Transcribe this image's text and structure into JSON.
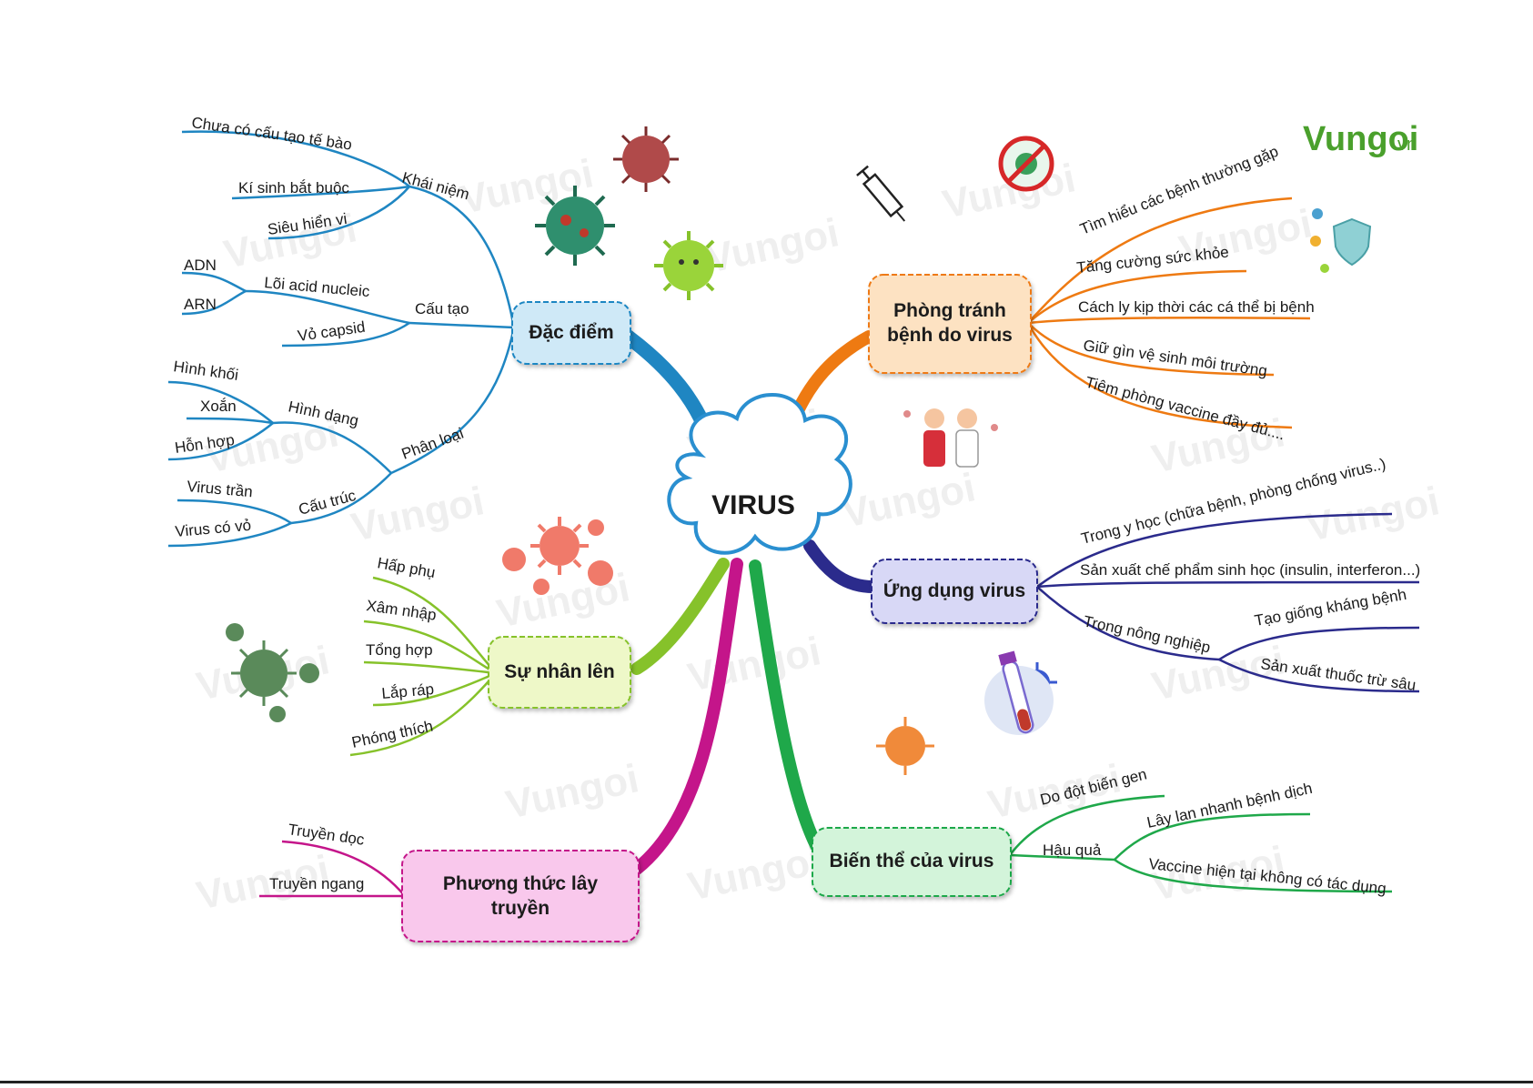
{
  "logo": {
    "main": "Vungoi",
    "suffix": "vn",
    "color_main": "#4aa02c",
    "color_accent": "#e8731a"
  },
  "watermark_text": "Vungoi",
  "center": {
    "label": "VIRUS"
  },
  "branches": {
    "dac_diem": {
      "label": "Đặc điểm",
      "color": "#1f86c2",
      "fill": "#cfe9f7",
      "khai_niem": {
        "label": "Khái niệm",
        "items": [
          "Chưa có cấu tạo tế bào",
          "Kí sinh bắt buộc",
          "Siêu hiển vi"
        ]
      },
      "cau_tao": {
        "label": "Cấu tạo",
        "loi": "Lõi acid nucleic",
        "loi_items": [
          "ADN",
          "ARN"
        ],
        "vo": "Vỏ capsid"
      },
      "phan_loai": {
        "label": "Phân loại",
        "hinh_dang": {
          "label": "Hình dạng",
          "items": [
            "Hình khối",
            "Xoắn",
            "Hỗn hợp"
          ]
        },
        "cau_truc": {
          "label": "Cấu trúc",
          "items": [
            "Virus trần",
            "Virus có vỏ"
          ]
        }
      }
    },
    "su_nhan_len": {
      "label": "Sự nhân lên",
      "color": "#86c22a",
      "fill": "#eef8c8",
      "items": [
        "Hấp phụ",
        "Xâm nhập",
        "Tổng hợp",
        "Lắp ráp",
        "Phóng thích"
      ]
    },
    "phuong_thuc": {
      "label_line1": "Phương thức lây",
      "label_line2": "truyền",
      "color": "#c4158a",
      "fill": "#f9c8ec",
      "items": [
        "Truyền dọc",
        "Truyền ngang"
      ]
    },
    "phong_tranh": {
      "label_line1": "Phòng tránh",
      "label_line2": "bệnh do virus",
      "color": "#ee7a12",
      "fill": "#fde2c2",
      "items": [
        "Tìm hiểu các bệnh thường gặp",
        "Tăng cường sức khỏe",
        "Cách ly kịp thời các cá thể bị bệnh",
        "Giữ gìn vệ sinh môi trường",
        "Tiêm phòng vaccine đầy đủ...."
      ]
    },
    "ung_dung": {
      "label": "Ứng dụng virus",
      "color": "#2b2b8c",
      "fill": "#d8d8f6",
      "items": [
        "Trong y học (chữa bệnh, phòng chống virus..)",
        "Sản xuất chế phẩm sinh học (insulin, interferon...)"
      ],
      "nong_nghiep": {
        "label": "Trong nông nghiệp",
        "items": [
          "Tạo giống kháng bệnh",
          "Sản xuất thuốc trừ sâu"
        ]
      }
    },
    "bien_the": {
      "label": "Biến thể của virus",
      "color": "#1fa84a",
      "fill": "#d3f4da",
      "do": "Do đột biến gen",
      "hau_qua": {
        "label": "Hậu quả",
        "items": [
          "Lây lan nhanh bệnh dịch",
          "Vaccine hiện tại không có tác dụng"
        ]
      }
    }
  },
  "icons": [
    "virus-icon",
    "no-virus-icon",
    "syringe-icon",
    "shield-icon",
    "doctors-icon",
    "test-tube-icon"
  ]
}
